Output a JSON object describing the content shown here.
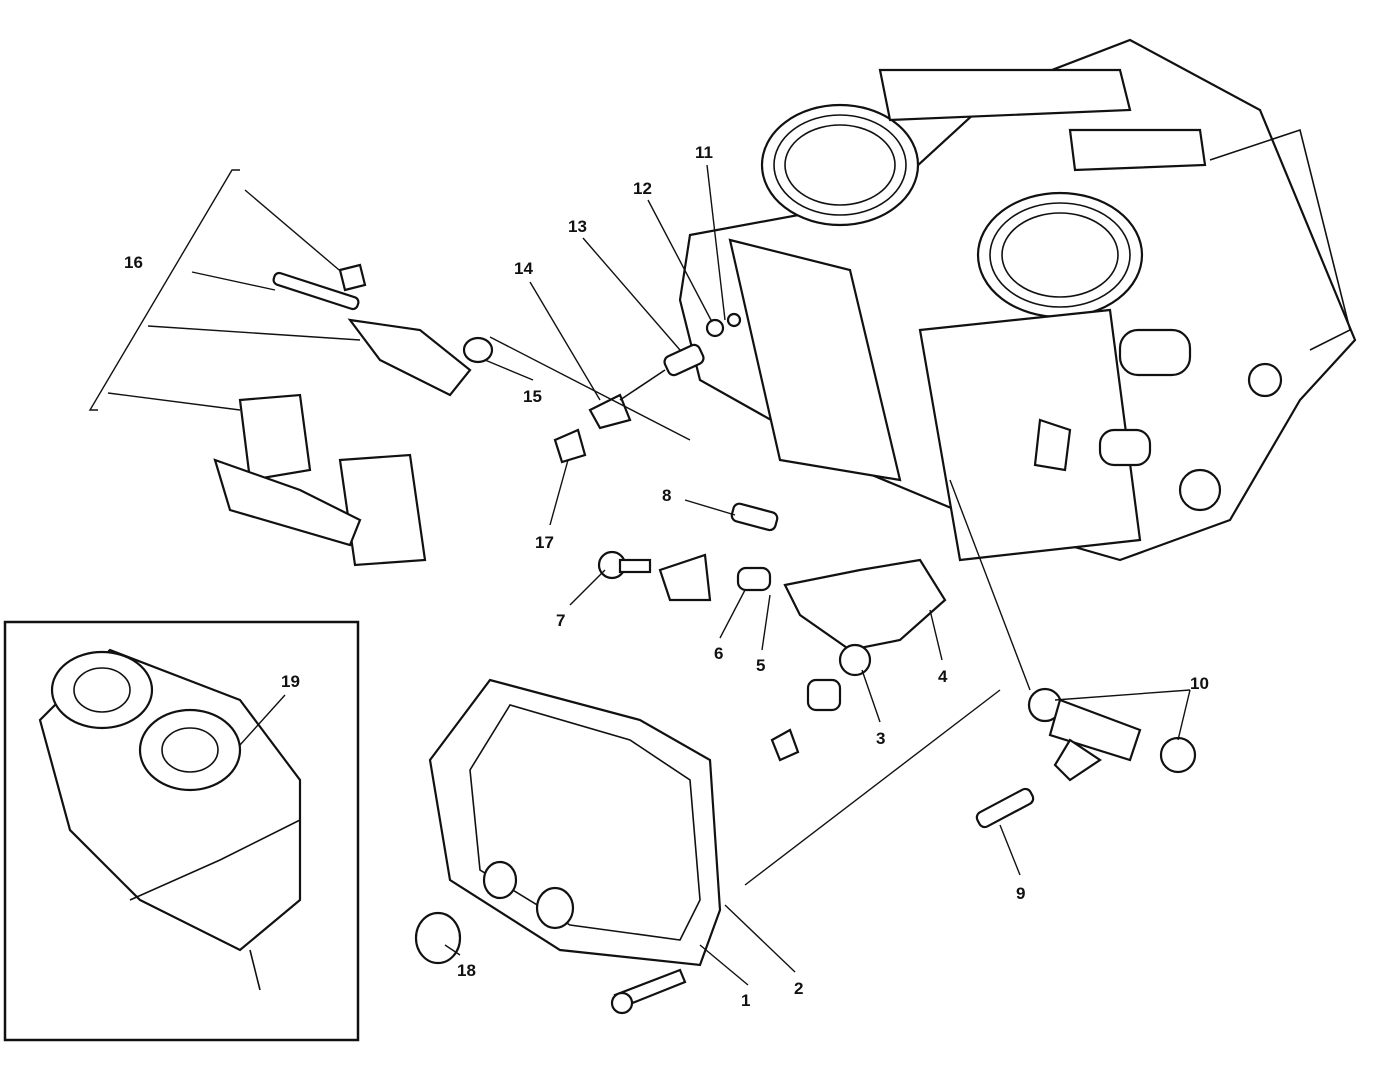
{
  "diagram": {
    "type": "exploded-parts-view",
    "callouts": [
      "1",
      "2",
      "3",
      "4",
      "5",
      "6",
      "7",
      "8",
      "9",
      "10",
      "11",
      "12",
      "13",
      "14",
      "15",
      "16",
      "17",
      "18",
      "19"
    ]
  }
}
